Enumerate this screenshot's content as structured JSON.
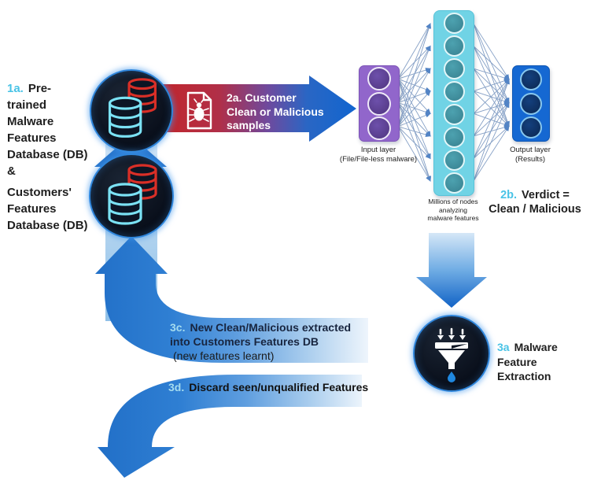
{
  "colors": {
    "accent_cyan": "#49c3e6",
    "pale_cyan": "#a5dcef",
    "arrow_red": "#c1262c",
    "arrow_blue": "#1565c0",
    "input_purple": "#9166cb",
    "hidden_cyan": "#70d3e5",
    "output_blue": "#1568d2",
    "circle_dark": "#0c1524"
  },
  "step1": {
    "number": "1a.",
    "lines": [
      "Pre-",
      "trained",
      "Malware",
      "Features",
      "Database (DB)",
      "&",
      "Customers'",
      "Features",
      "Database (DB)"
    ]
  },
  "step2a": {
    "number": "2a.",
    "line1": "Customer",
    "line2": "Clean or Malicious",
    "line3": "samples"
  },
  "step2b": {
    "number": "2b.",
    "line1": "Verdict =",
    "line2": "Clean / Malicious"
  },
  "step3a": {
    "number": "3a",
    "line1": "Malware",
    "line2": "Feature",
    "line3": "Extraction"
  },
  "step3c": {
    "number": "3c.",
    "line1": "New Clean/Malicious extracted",
    "line2": "into Customers Features DB",
    "line3": "(new features learnt)"
  },
  "step3d": {
    "number": "3d.",
    "text": "Discard seen/unqualified Features"
  },
  "network": {
    "input": {
      "node_count": 3,
      "label_line1": "Input layer",
      "label_line2": "(File/File-less malware)"
    },
    "hidden": {
      "node_count": 8,
      "label_line1": "Millions of nodes",
      "label_line2": "analyzing",
      "label_line3": "malware features"
    },
    "output": {
      "node_count": 3,
      "label_line1": "Output layer",
      "label_line2": "(Results)"
    }
  },
  "icons": {
    "database": "database-cylinder-icon",
    "malware_sample": "bug-file-icon",
    "extraction": "funnel-icon",
    "droplet": "water-drop-icon"
  }
}
